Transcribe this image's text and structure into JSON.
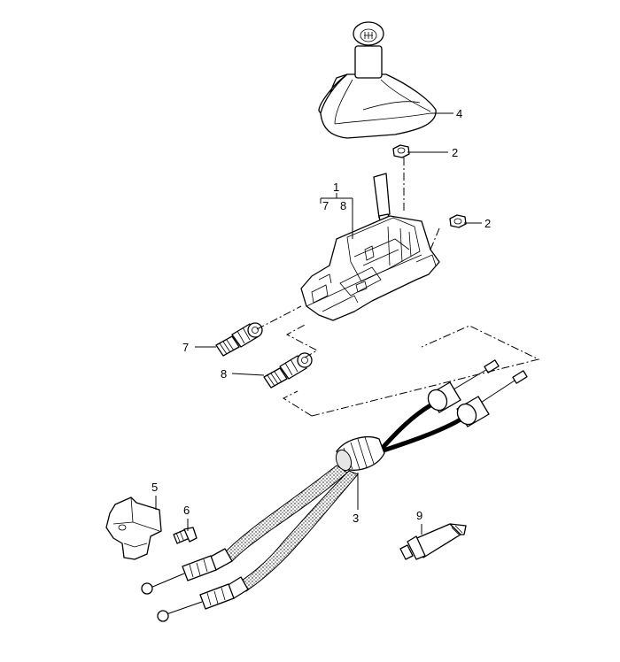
{
  "callouts": {
    "c1": "1",
    "c7_group": "7",
    "c8_group": "8",
    "c2_top": "2",
    "c2_right": "2",
    "c3": "3",
    "c4": "4",
    "c5": "5",
    "c6": "6",
    "c7": "7",
    "c8": "8",
    "c9": "9"
  }
}
